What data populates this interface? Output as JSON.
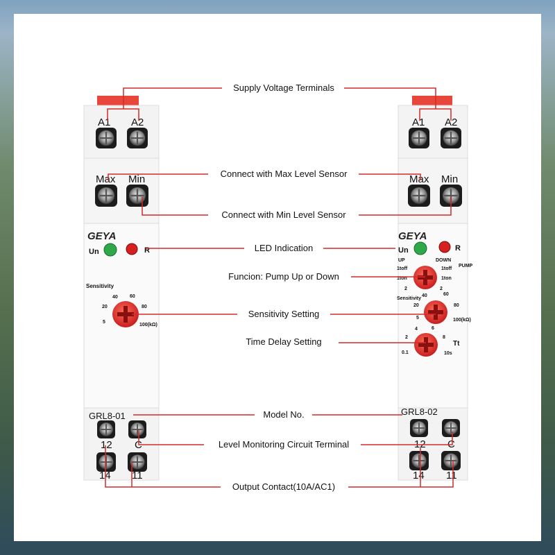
{
  "callouts": {
    "supply": "Supply Voltage Terminals",
    "max_sensor": "Connect with Max Level Sensor",
    "min_sensor": "Connect with Min Level Sensor",
    "led": "LED Indication",
    "function": "Funcion: Pump Up or Down",
    "sensitivity": "Sensitivity Setting",
    "time_delay": "Time Delay Setting",
    "model_no": "Model No.",
    "level_circuit": "Level Monitoring Circuit Terminal",
    "output": "Output Contact(10A/AC1)"
  },
  "left_device": {
    "brand": "GEYA",
    "t_a1": "A1",
    "t_a2": "A2",
    "t_max": "Max",
    "t_min": "Min",
    "led_un": "Un",
    "led_r": "R",
    "sens_title": "Sensitivity",
    "sens_5": "5",
    "sens_20": "20",
    "sens_40": "40",
    "sens_60": "60",
    "sens_80": "80",
    "sens_100": "100(kΩ)",
    "model": "GRL8-01",
    "t_12": "12",
    "t_c": "C",
    "t_14": "14",
    "t_11": "11"
  },
  "right_device": {
    "brand": "GEYA",
    "t_a1": "A1",
    "t_a2": "A2",
    "t_max": "Max",
    "t_min": "Min",
    "led_un": "Un",
    "led_r": "R",
    "up": "UP",
    "down": "DOWN",
    "pump": "PUMP",
    "f_1toff_l": "1toff",
    "f_1ton_l": "1ton",
    "f_2_l": "2",
    "f_1toff_r": "1toff",
    "f_1ton_r": "1ton",
    "f_2_r": "2",
    "sens_title": "Sensitivity",
    "sens_5": "5",
    "sens_20": "20",
    "sens_40": "40",
    "sens_60": "60",
    "sens_80": "80",
    "sens_100": "100(kΩ)",
    "td_01": "0.1",
    "td_2": "2",
    "td_4": "4",
    "td_6": "6",
    "td_8": "8",
    "td_10": "10s",
    "td_tt": "Tt",
    "model": "GRL8-02",
    "t_12": "12",
    "t_c": "C",
    "t_14": "14",
    "t_11": "11"
  },
  "colors": {
    "leader": "#d42a2a",
    "knob": "#e52a2a",
    "led_green": "#2fa84a",
    "led_red": "#d62020",
    "housing": "#f2f2f2"
  }
}
